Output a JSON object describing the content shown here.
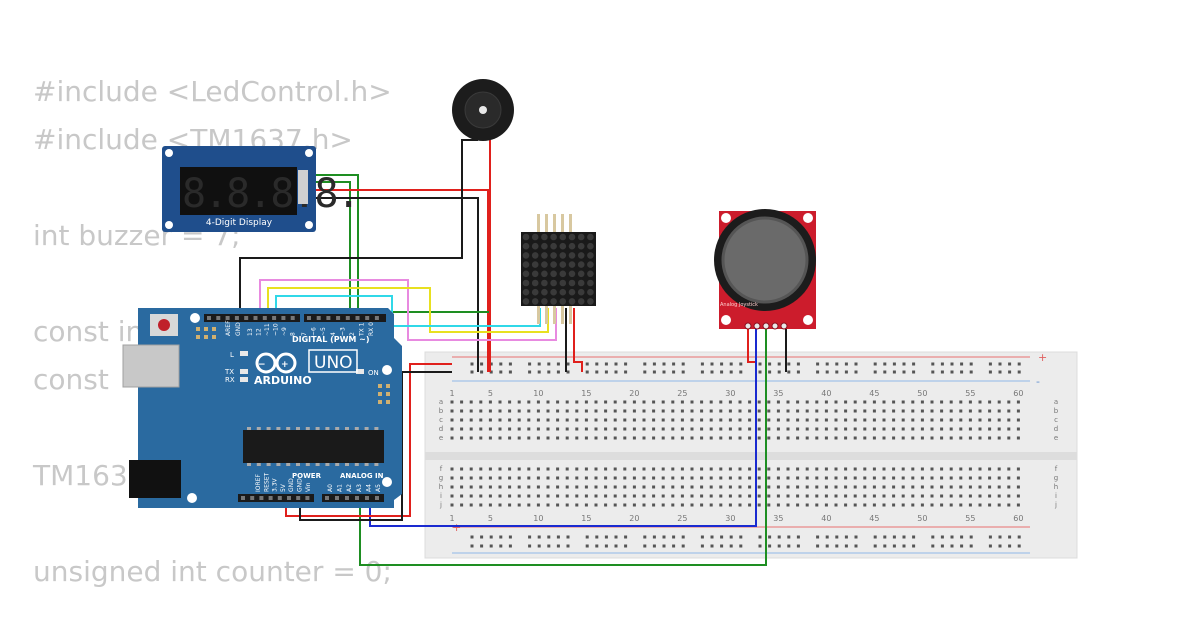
{
  "code_lines": [
    "#include <LedControl.h>",
    "#include <TM1637.h>",
    "",
    "int buzzer = 7;",
    "",
    "const int",
    "const",
    "",
    "TM1637",
    "",
    "unsigned int counter = 0;"
  ],
  "display": {
    "digits": "8.8.8.8.",
    "label": "4-Digit Display"
  },
  "arduino": {
    "brand": "ARDUINO",
    "model": "UNO",
    "digital_label": "DIGITAL (PWM ~)",
    "power_label": "POWER",
    "analog_label": "ANALOG IN",
    "on_label": "ON",
    "l_label": "L",
    "tx_label": "TX",
    "rx_label": "RX",
    "aref_label": "AREF",
    "gnd_label": "GND",
    "top_pin_labels": [
      "13",
      "12",
      "~11",
      "~10",
      "~9",
      "8",
      "7",
      "~6",
      "~5",
      "4",
      "~3",
      "2",
      "TX 1",
      "RX 0"
    ],
    "power_pin_labels": [
      "IOREF",
      "RESET",
      "3.3V",
      "5V",
      "GND",
      "GND",
      "Vin"
    ],
    "analog_pin_labels": [
      "A0",
      "A1",
      "A2",
      "A3",
      "A4",
      "A5"
    ]
  },
  "joystick": {
    "label": "Analog Joystick"
  },
  "breadboard": {
    "column_numbers": [
      "1",
      "5",
      "10",
      "15",
      "20",
      "25",
      "30",
      "35",
      "40",
      "45",
      "50",
      "55",
      "60"
    ],
    "row_letters_top": [
      "a",
      "b",
      "c",
      "d",
      "e"
    ],
    "row_letters_bottom": [
      "f",
      "g",
      "h",
      "i",
      "j"
    ],
    "plus_sign": "+",
    "minus_sign": "-"
  },
  "colors": {
    "wire_black": "#1a1a1a",
    "wire_red": "#e0201c",
    "wire_green": "#1e8e22",
    "wire_blue": "#1a2ad0",
    "wire_pink": "#e88ae0",
    "wire_yellow": "#e8e020",
    "wire_cyan": "#30d8e8",
    "arduino_blue": "#2a6aa0",
    "display_blue": "#1f4e8c",
    "joystick_red": "#cc1c2c"
  }
}
